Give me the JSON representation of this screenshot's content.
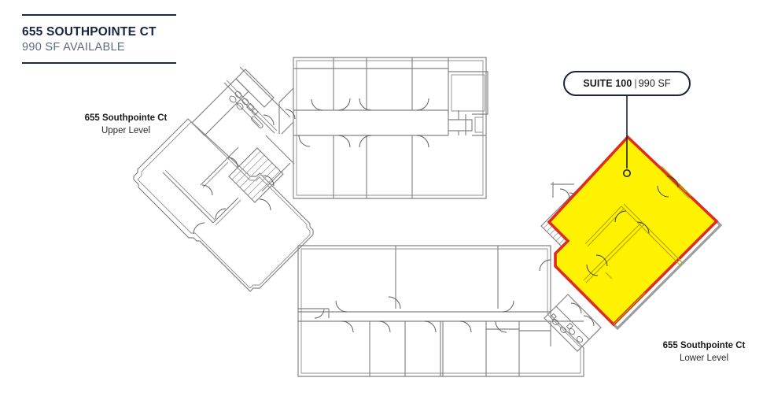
{
  "header": {
    "title": "655 SOUTHPOINTE CT",
    "subtitle": "990 SF AVAILABLE"
  },
  "callout": {
    "suite_label": "SUITE 100",
    "separator": "|",
    "area_label": "990 SF"
  },
  "captions": {
    "upper": {
      "building": "655 Southpointe Ct",
      "level": "Upper Level"
    },
    "lower": {
      "building": "655 Southpointe Ct",
      "level": "Lower Level"
    }
  },
  "colors": {
    "navy": "#17253f",
    "rule": "#1b2a47",
    "subtitle_gray": "#5d6b7d",
    "suite_fill": "#fff200",
    "suite_outline": "#e02b1d",
    "wall_gray": "#828282",
    "background": "#ffffff"
  },
  "plan": {
    "highlighted_suite": "SUITE 100",
    "highlighted_area_sf": 990,
    "levels": [
      "Upper Level",
      "Lower Level"
    ],
    "building_name": "655 Southpointe Ct"
  }
}
